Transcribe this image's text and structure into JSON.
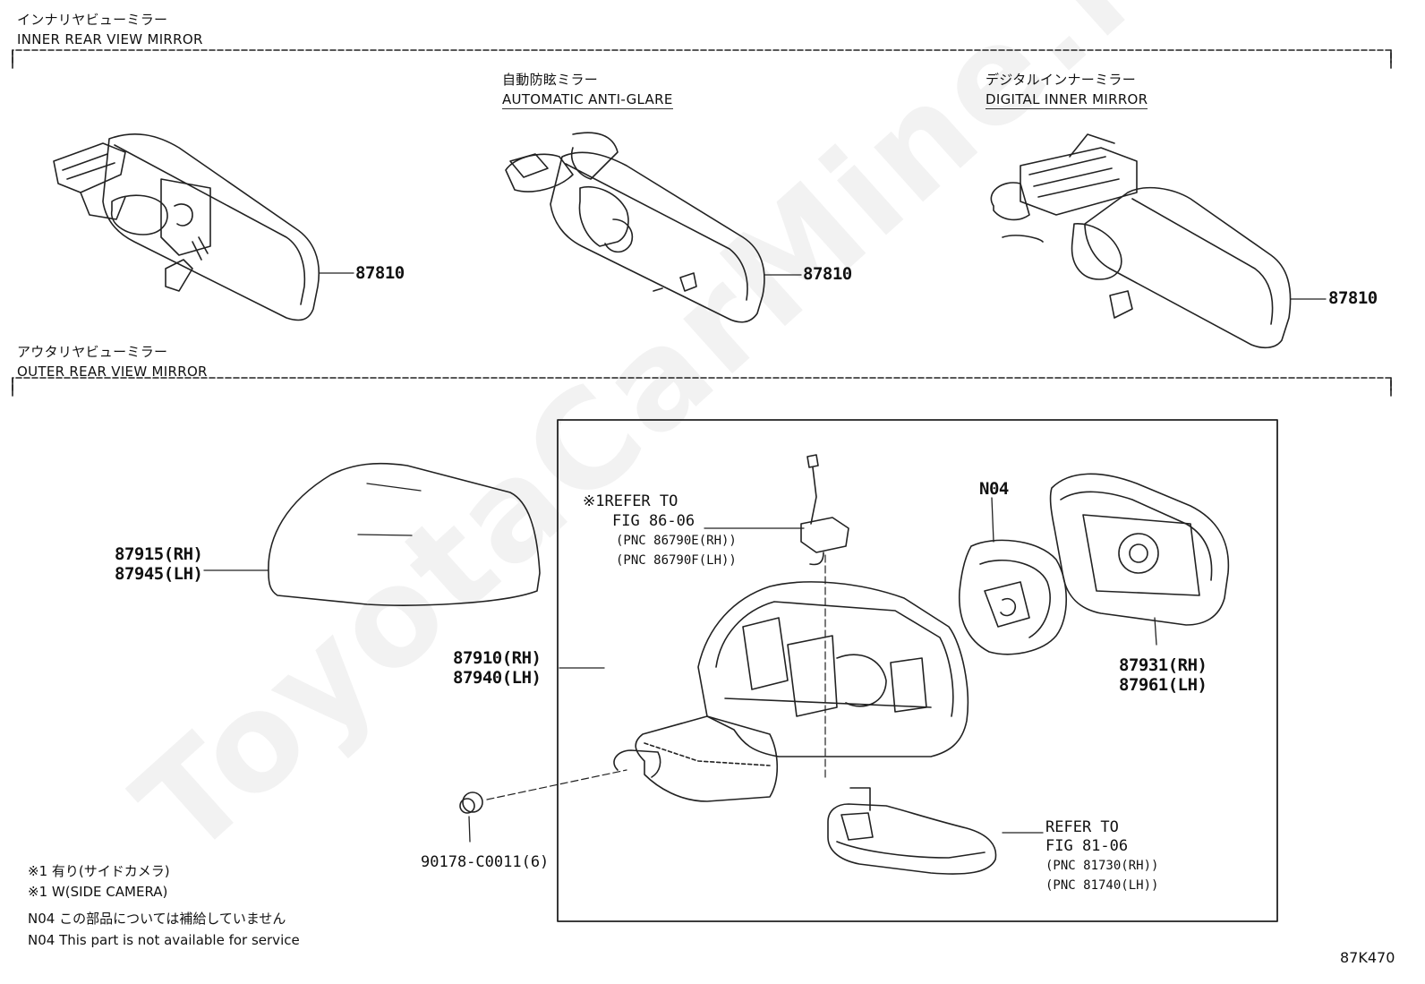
{
  "sections": {
    "inner": {
      "title_jp": "インナリヤビューミラー",
      "title_en": "INNER REAR VIEW MIRROR"
    },
    "auto": {
      "title_jp": "自動防眩ミラー",
      "title_en": "AUTOMATIC ANTI-GLARE"
    },
    "digital": {
      "title_jp": "デジタルインナーミラー",
      "title_en": "DIGITAL INNER MIRROR"
    },
    "outer": {
      "title_jp": "アウタリヤビューミラー",
      "title_en": "OUTER REAR VIEW MIRROR"
    }
  },
  "parts": {
    "inner_mirror_1": "87810",
    "inner_mirror_2": "87810",
    "inner_mirror_3": "87810",
    "cover_rh": "87915(RH)",
    "cover_lh": "87945(LH)",
    "outer_rh": "87910(RH)",
    "outer_lh": "87940(LH)",
    "n04": "N04",
    "glass_rh": "87931(RH)",
    "glass_lh": "87961(LH)",
    "clip": "90178-C0011(6)"
  },
  "refs": {
    "camera": {
      "mark": "※1",
      "line1": "REFER TO",
      "line2": "FIG 86-06",
      "pnc1": "(PNC 86790E(RH))",
      "pnc2": "(PNC 86790F(LH))"
    },
    "turn": {
      "line1": "REFER TO",
      "line2": "FIG 81-06",
      "pnc1": "(PNC 81730(RH))",
      "pnc2": "(PNC 81740(LH))"
    }
  },
  "notes": [
    "※1 有り(サイドカメラ)",
    "※1 W(SIDE CAMERA)",
    "N04 この部品については補給していません",
    "N04 This part is not available for service"
  ],
  "figure_code": "87K470",
  "watermark": "ToyotaCarMine.ru"
}
